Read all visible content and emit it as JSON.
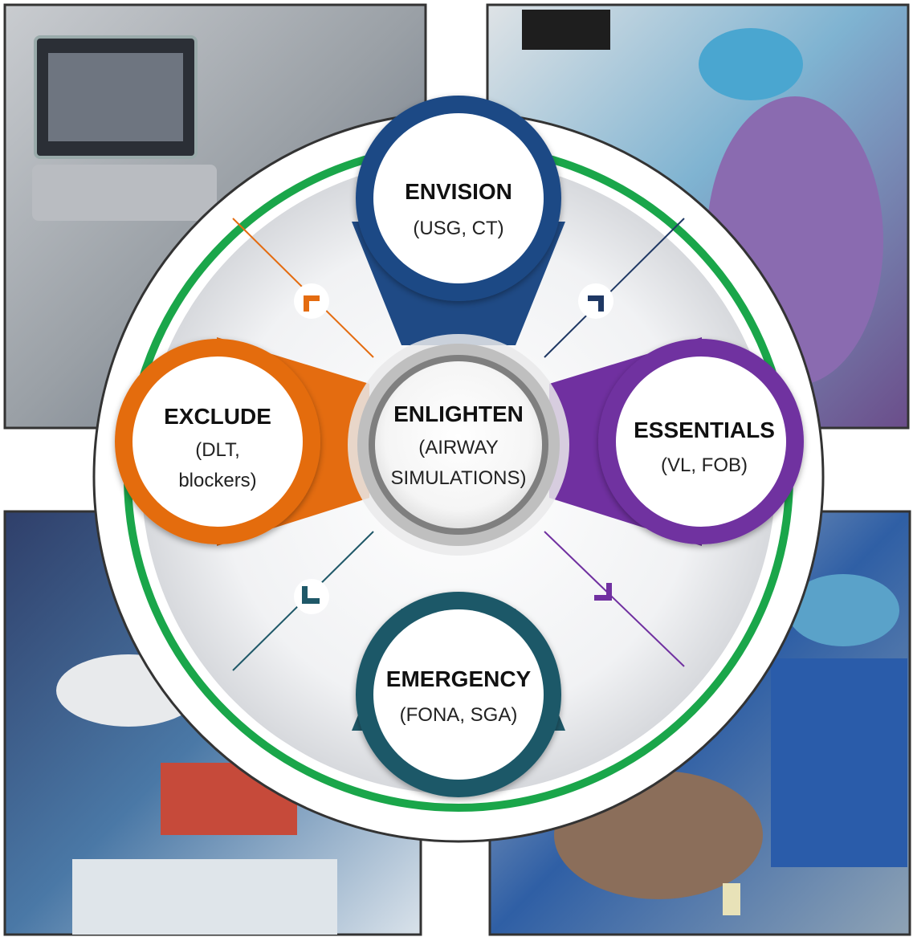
{
  "diagram": {
    "center": {
      "title": "ENLIGHTEN",
      "line1": "(AIRWAY",
      "line2": "SIMULATIONS)"
    },
    "nodes": {
      "top": {
        "title": "ENVISION",
        "line1": "(USG, CT)"
      },
      "left": {
        "title": "EXCLUDE",
        "line1": "(DLT,",
        "line2": "blockers)"
      },
      "right": {
        "title": "ESSENTIALS",
        "line1": "(VL, FOB)"
      },
      "bottom": {
        "title": "EMERGENCY",
        "line1": "(FONA, SGA)"
      }
    }
  },
  "colors": {
    "ring": "#1aa64a",
    "top": "#1f4a85",
    "left": "#e46c10",
    "right": "#7030a0",
    "bottom": "#1f5868",
    "center_ring": "#8a8a8a",
    "arrow_tl": "#e46c10",
    "arrow_tr": "#1f3864",
    "arrow_bl": "#1f5868",
    "arrow_br": "#7030a0"
  },
  "icons": {
    "photos": [
      "ultrasound-photo",
      "intubation-photo",
      "bronchoscopy-photo",
      "airway-procedure-photo"
    ],
    "arrows": [
      "chevron-up-left-icon",
      "chevron-up-right-icon",
      "chevron-down-left-icon",
      "chevron-down-right-icon"
    ]
  }
}
